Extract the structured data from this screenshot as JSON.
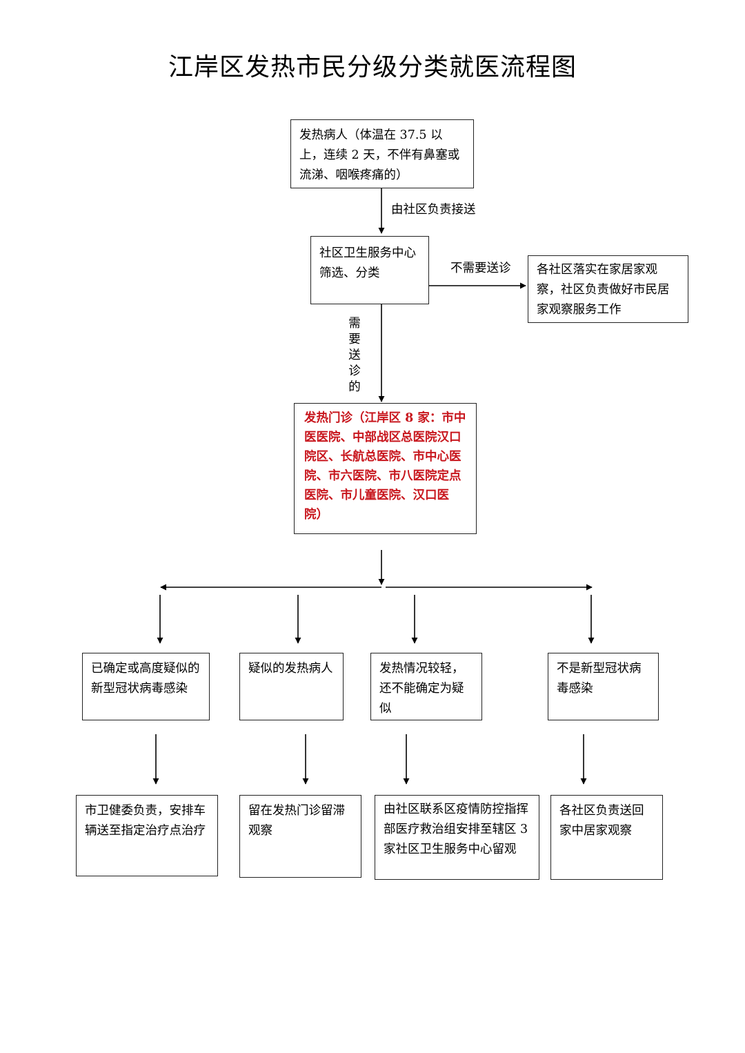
{
  "title": "江岸区发热市民分级分类就医流程图",
  "nodes": {
    "start": "发热病人（体温在 37.5 以上，连续 2 天，不伴有鼻塞或流涕、咽喉疼痛的）",
    "screening": "社区卫生服务中心筛选、分类",
    "home_observation": "各社区落实在家居家观察，社区负责做好市民居家观察服务工作",
    "fever_clinic": "发热门诊（江岸区 8 家：市中医医院、中部战区总医院汉口院区、长航总医院、市中心医院、市六医院、市八医院定点医院、市儿童医院、汉口医院）",
    "cat_confirmed": "已确定或高度疑似的新型冠状病毒感染",
    "cat_suspected": "疑似的发热病人",
    "cat_mild": "发热情况较轻，还不能确定为疑似",
    "cat_not_covid": "不是新型冠状病毒感染",
    "out_confirmed": "市卫健委负责，安排车辆送至指定治疗点治疗",
    "out_suspected": "留在发热门诊留滞观察",
    "out_mild": "由社区联系区疫情防控指挥部医疗救治组安排至辖区 3 家社区卫生服务中心留观",
    "out_not_covid": "各社区负责送回家中居家观察"
  },
  "edges": {
    "community_transport": "由社区负责接送",
    "no_referral": "不需要送诊",
    "need_referral": "需要送诊的"
  },
  "colors": {
    "line": "#000000",
    "highlight_text": "#c8161d"
  }
}
